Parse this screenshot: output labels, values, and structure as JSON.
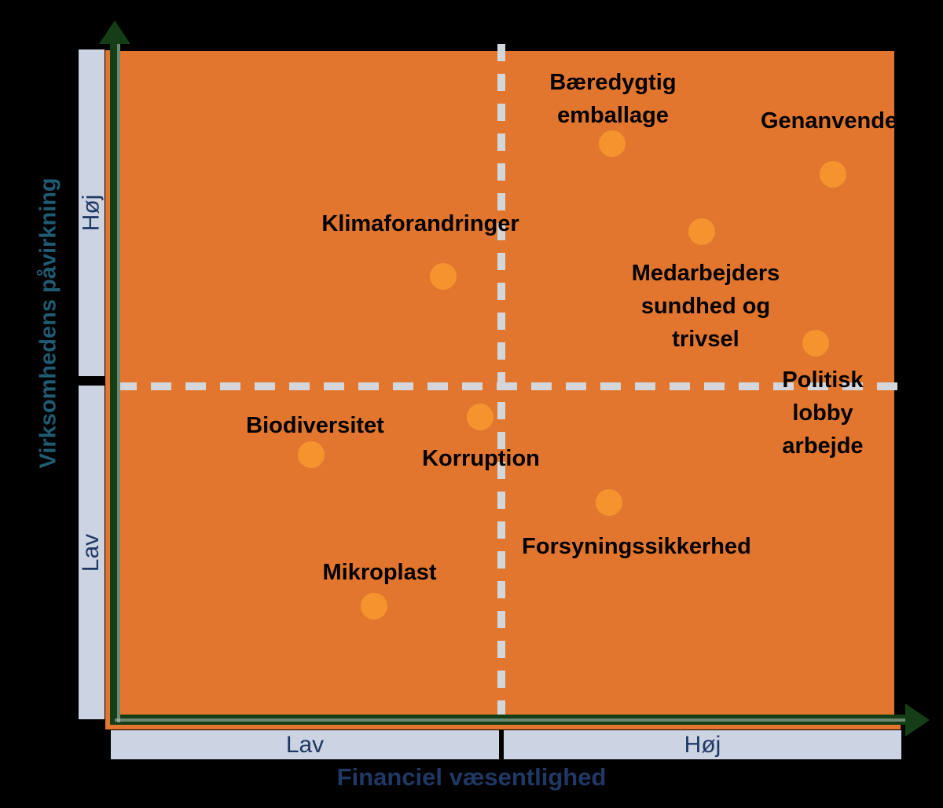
{
  "axes": {
    "y_title": "Virksomhedens påvirkning",
    "x_title": "Financiel væsentlighed",
    "y_high": "Høj",
    "y_low": "Lav",
    "x_low": "Lav",
    "x_high": "Høj"
  },
  "colors": {
    "plot_background": "#E3762F",
    "point": "#F5932F",
    "axis": "#153D16",
    "divider": "#D3D7DB",
    "scale_bar": "#CCD3E2",
    "x_title_text": "#1F3864",
    "y_title_text": "#1F5C73",
    "label_text": "#000000",
    "page_background": "#000000"
  },
  "chart_data": {
    "type": "scatter",
    "title": "",
    "xlabel": "Financiel væsentlighed",
    "ylabel": "Virksomhedens påvirkning",
    "xlim": [
      0,
      1
    ],
    "ylim": [
      0,
      1
    ],
    "xticks": [
      "Lav",
      "Høj"
    ],
    "yticks": [
      "Lav",
      "Høj"
    ],
    "grid": false,
    "legend": "none",
    "quadrant_split": {
      "x": 0.49,
      "y": 0.5
    },
    "points": [
      {
        "label": "Bæredygtig\nemballage",
        "x": 0.63,
        "y": 0.87,
        "quadrant": "high-financial/high-impact"
      },
      {
        "label": "Genanvende",
        "x": 0.92,
        "y": 0.82,
        "quadrant": "high-financial/high-impact",
        "truncated": true
      },
      {
        "label": "Klimaforandringer",
        "x": 0.42,
        "y": 0.67,
        "quadrant": "low-financial/high-impact"
      },
      {
        "label": "Medarbejders\nsundhed og\ntrivsel",
        "x": 0.75,
        "y": 0.72,
        "quadrant": "high-financial/high-impact"
      },
      {
        "label": "Politisk\nlobby\narbejde",
        "x": 0.9,
        "y": 0.56,
        "quadrant": "high-financial/high-impact"
      },
      {
        "label": "Biodiversitet",
        "x": 0.25,
        "y": 0.4,
        "quadrant": "low-financial/low-impact"
      },
      {
        "label": "Korruption",
        "x": 0.47,
        "y": 0.45,
        "quadrant": "low-financial/low-impact"
      },
      {
        "label": "Forsyningssikkerhed",
        "x": 0.63,
        "y": 0.33,
        "quadrant": "high-financial/low-impact"
      },
      {
        "label": "Mikroplast",
        "x": 0.33,
        "y": 0.18,
        "quadrant": "low-financial/low-impact"
      }
    ]
  },
  "labels": {
    "baeredygtig_emballage": "Bæredygtig\nemballage",
    "genanvende": "Genanvende",
    "klimaforandringer": "Klimaforandringer",
    "medarbejders": "Medarbejders\nsundhed og\ntrivsel",
    "politisk_lobby": "Politisk\nlobby\narbejde",
    "biodiversitet": "Biodiversitet",
    "korruption": "Korruption",
    "forsyningssikkerhed": "Forsyningssikkerhed",
    "mikroplast": "Mikroplast"
  }
}
